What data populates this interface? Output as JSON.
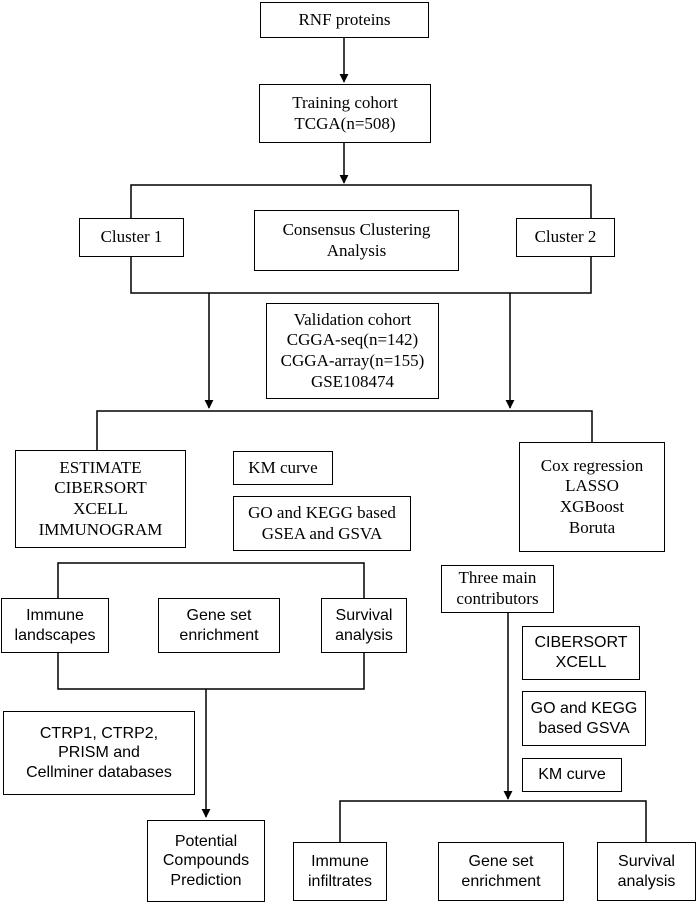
{
  "nodes": {
    "rnf": [
      "RNF proteins"
    ],
    "training": [
      "Training cohort",
      "TCGA(n=508)"
    ],
    "cluster1": [
      "Cluster 1"
    ],
    "consensus": [
      "Consensus Clustering",
      "Analysis"
    ],
    "cluster2": [
      "Cluster 2"
    ],
    "validation": [
      "Validation cohort",
      "CGGA-seq(n=142)",
      "CGGA-array(n=155)",
      "GSE108474"
    ],
    "estimate": [
      "ESTIMATE",
      "CIBERSORT",
      "XCELL",
      "IMMUNOGRAM"
    ],
    "km1": [
      "KM curve"
    ],
    "gokegg1": [
      "GO and KEGG based",
      "GSEA and GSVA"
    ],
    "cox": [
      "Cox regression",
      "LASSO",
      "XGBoost",
      "Boruta"
    ],
    "immune_landscapes": [
      "Immune",
      "landscapes"
    ],
    "gene_set1": [
      "Gene set",
      "enrichment"
    ],
    "survival1": [
      "Survival",
      "analysis"
    ],
    "three_main": [
      "Three main",
      "contributors"
    ],
    "cibersort_xcell": [
      "CIBERSORT",
      "XCELL"
    ],
    "ctrp": [
      "CTRP1, CTRP2,",
      "PRISM and",
      "Cellminer databases"
    ],
    "gokegg2": [
      "GO and KEGG",
      "based GSVA"
    ],
    "km2": [
      "KM curve"
    ],
    "potential": [
      "Potential",
      "Compounds",
      "Prediction"
    ],
    "immune_infiltrates": [
      "Immune",
      "infiltrates"
    ],
    "gene_set2": [
      "Gene set",
      "enrichment"
    ],
    "survival2": [
      "Survival",
      "analysis"
    ]
  }
}
